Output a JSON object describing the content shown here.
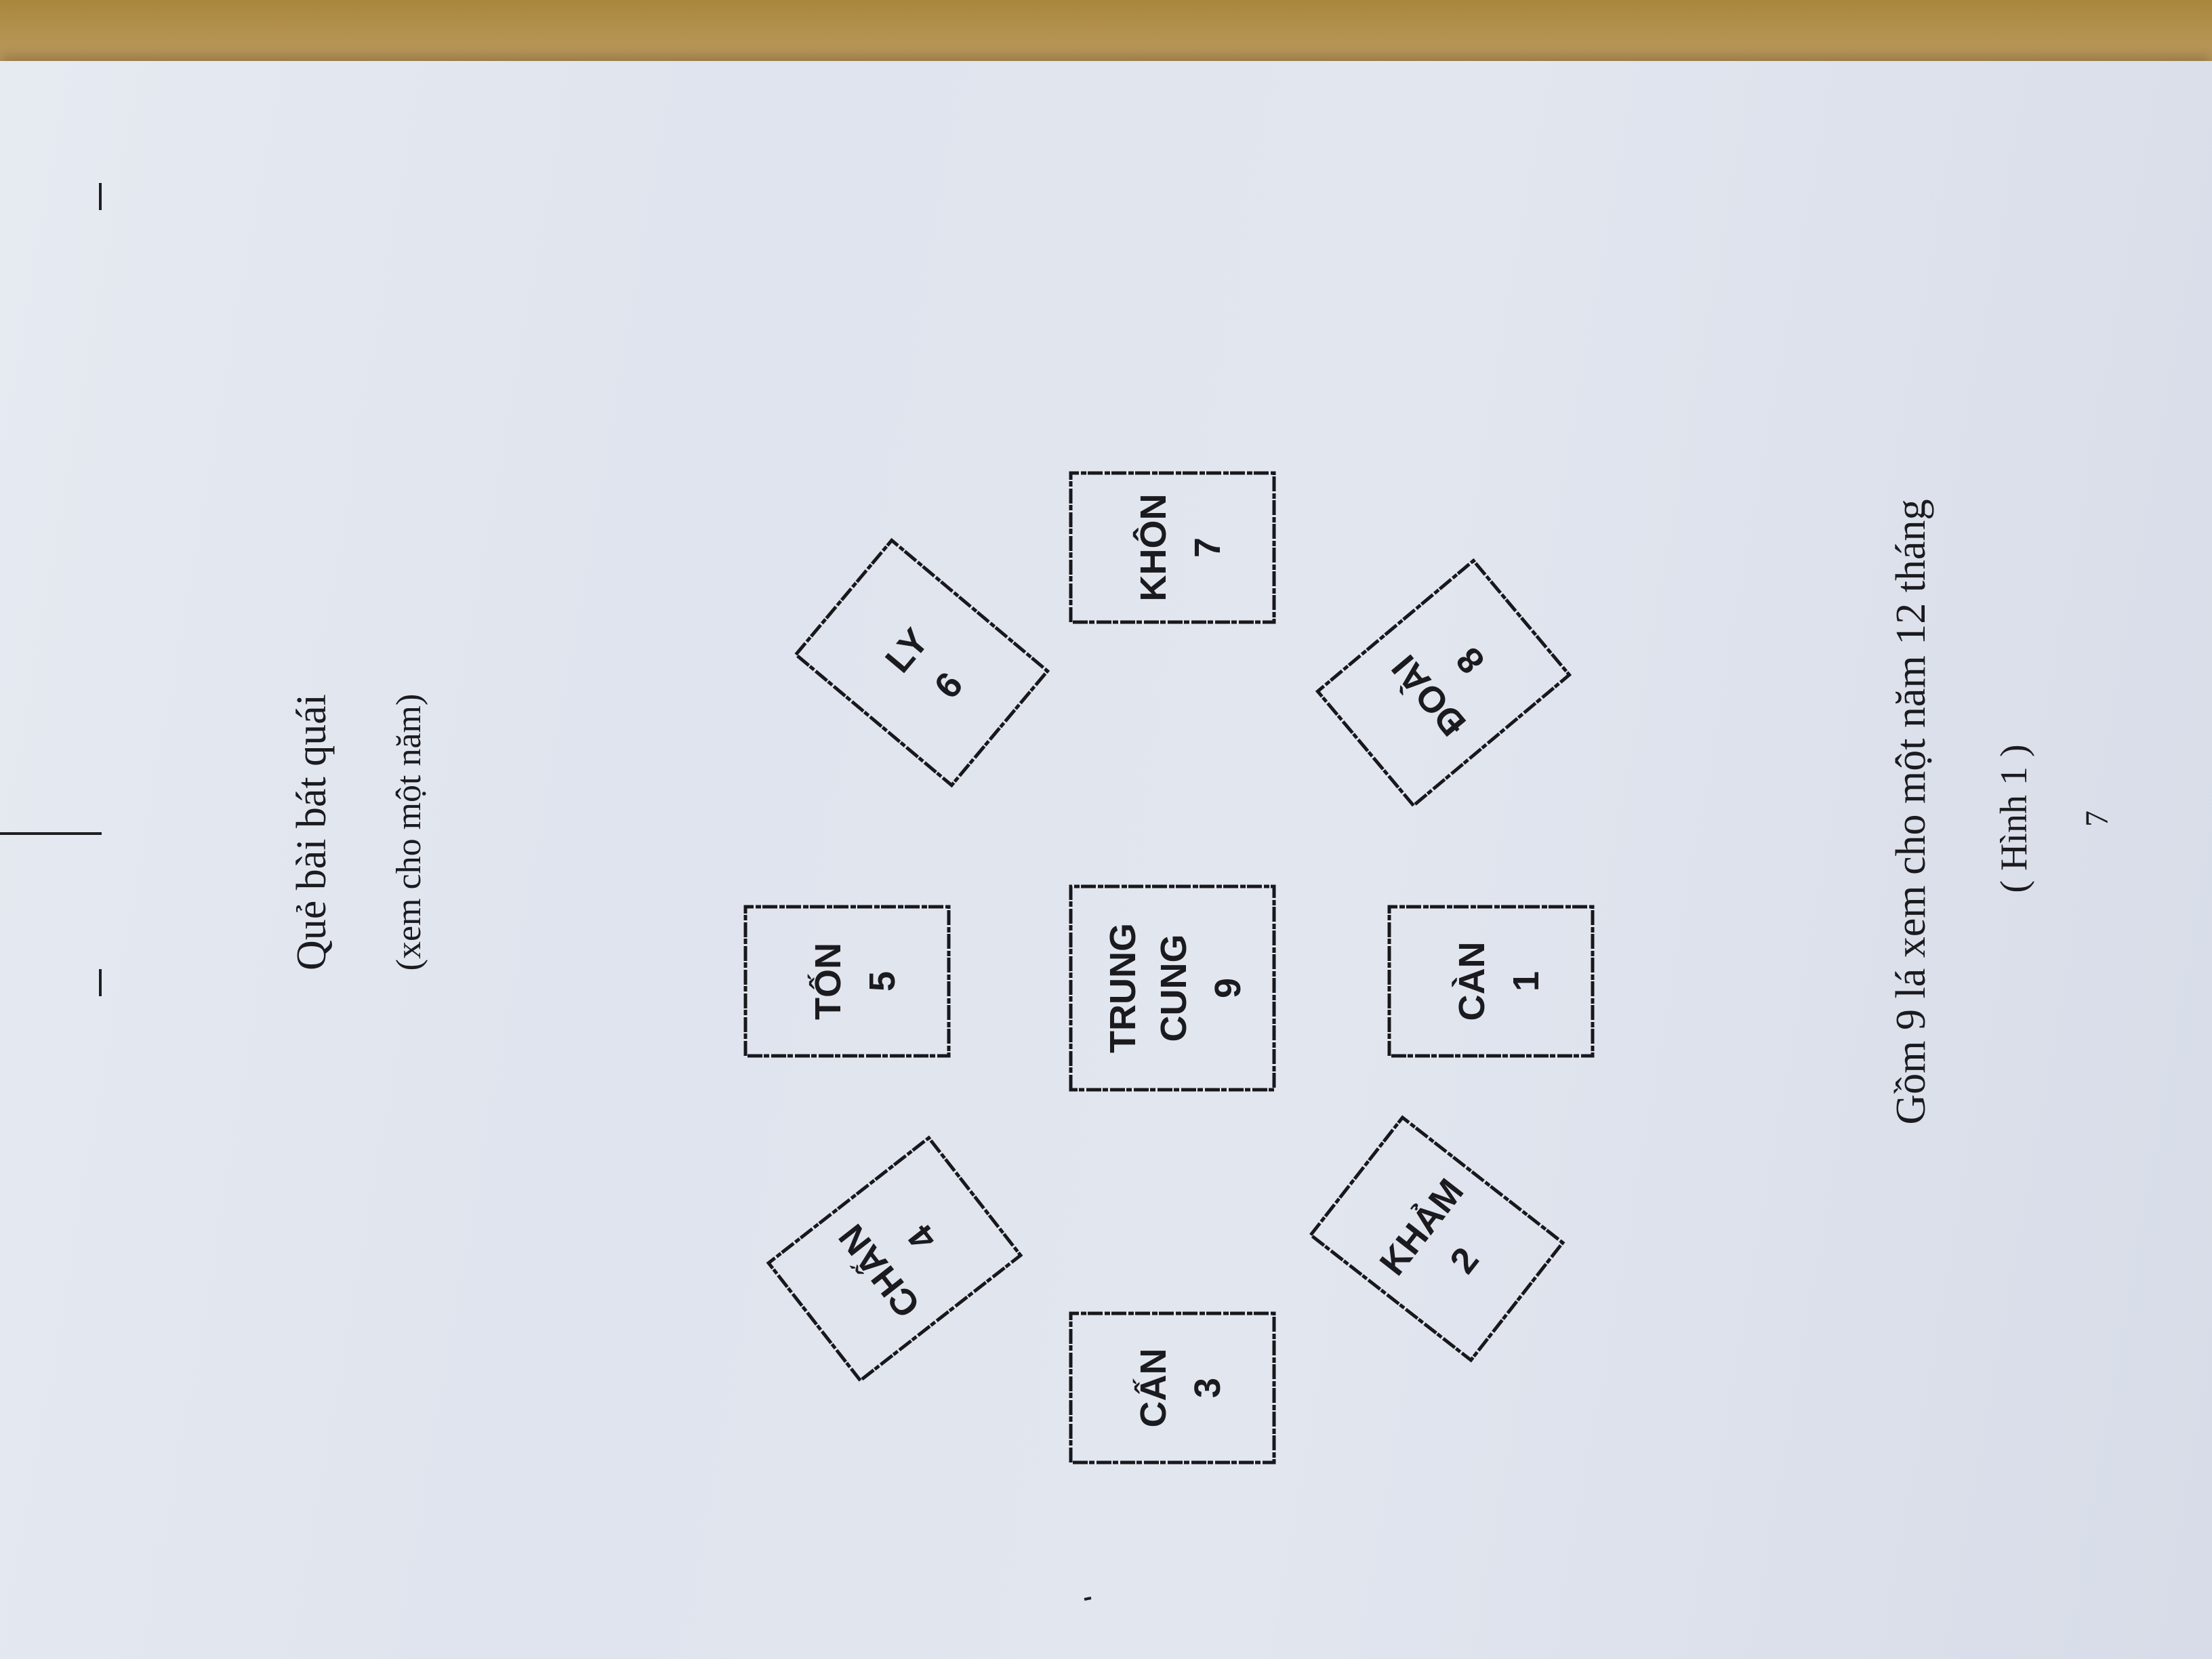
{
  "title": "Quẻ bài bát quái",
  "subtitle": "(xem cho một năm)",
  "cards": [
    {
      "id": "ton",
      "name": "TỐN",
      "number": "5"
    },
    {
      "id": "ly",
      "name": "LY",
      "number": "6"
    },
    {
      "id": "chan",
      "name": "CHẤN",
      "number": "4"
    },
    {
      "id": "trung-cung",
      "name_line1": "TRUNG",
      "name_line2": "CUNG",
      "number": "9"
    },
    {
      "id": "khon",
      "name": "KHÔN",
      "number": "7"
    },
    {
      "id": "can3",
      "name": "CẤN",
      "number": "3"
    },
    {
      "id": "kham",
      "name": "KHẢM",
      "number": "2"
    },
    {
      "id": "can1",
      "name": "CÀN",
      "number": "1"
    },
    {
      "id": "doai",
      "name": "ĐOÀI",
      "number": "8"
    }
  ],
  "caption": "Gồm 9 lá xem cho một năm 12 tháng",
  "figure_label": "( Hình 1 )",
  "page_number": "7",
  "colors": {
    "ink": "#1b1b1f",
    "paper": "#e2e6ef",
    "table": "#b9985a"
  }
}
